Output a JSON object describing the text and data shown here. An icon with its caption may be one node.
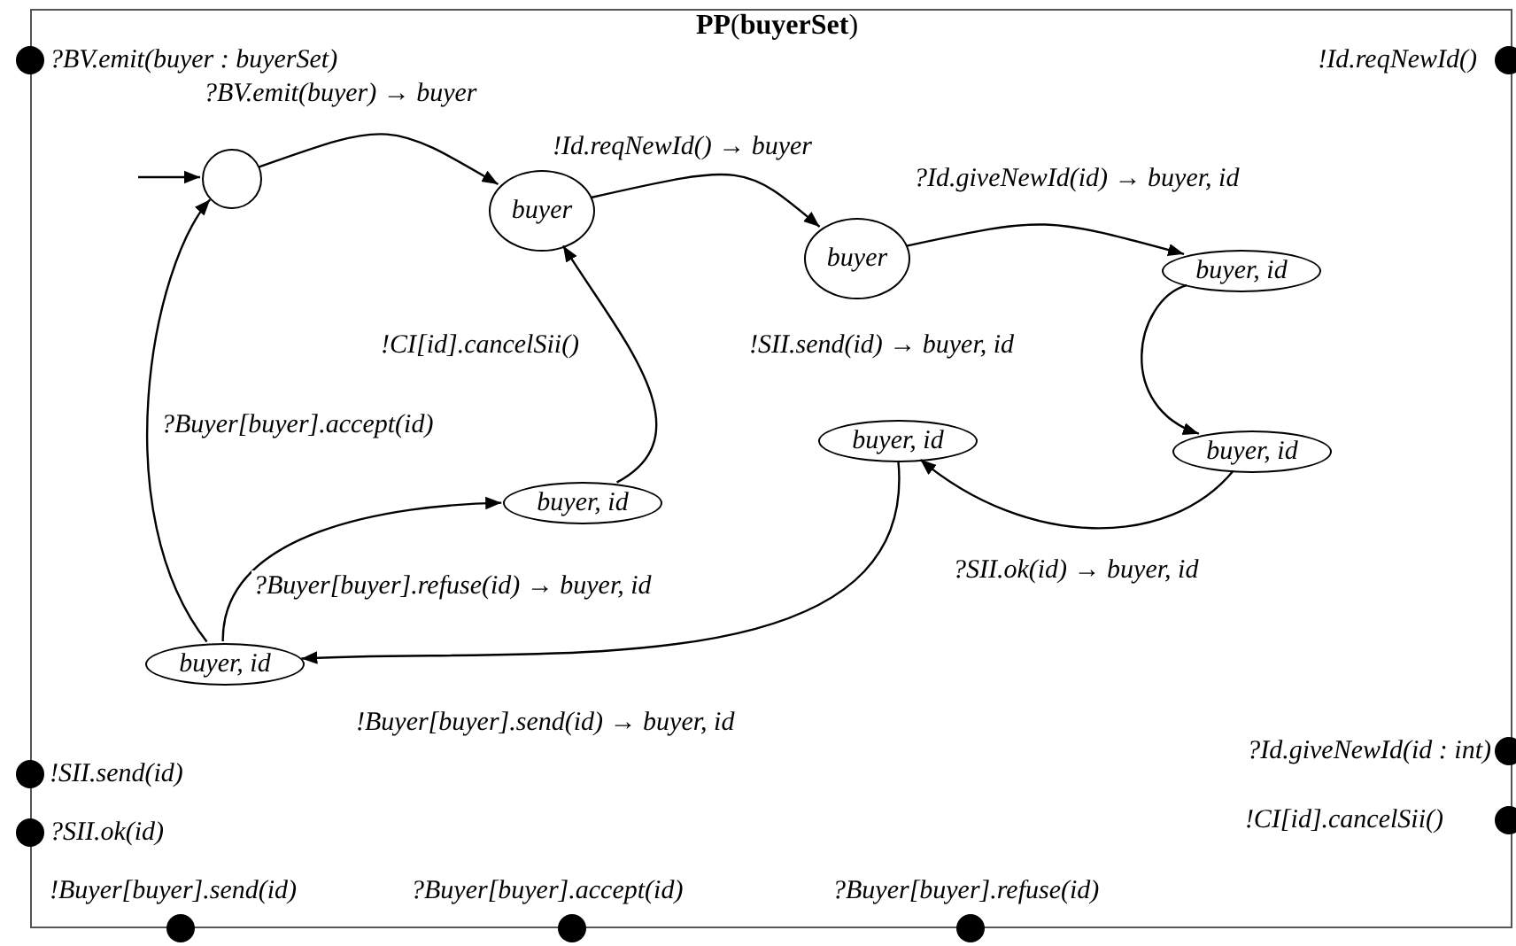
{
  "diagram": {
    "nodes": [
      {
        "text": [
          "**PP**(**buyerSet**)"
        ]
      },
      {
        "text": [],
        "shape": "circle",
        "in": 0
      },
      {
        "text": [
          "buyer"
        ],
        "in": 0
      },
      {
        "text": [
          "buyer"
        ],
        "in": 0
      },
      {
        "text": [
          "buyer, id"
        ],
        "in": 0
      },
      {
        "text": [
          "buyer, id"
        ],
        "in": 0
      },
      {
        "text": [
          "buyer, id"
        ],
        "in": 0
      },
      {
        "text": [
          "buyer, id"
        ],
        "in": 0
      },
      {
        "text": [
          "buyer, id"
        ],
        "in": 0
      },
      {
        "text": [],
        "shape": "circle",
        "beside": [
          "?BV.emit(buyer : buyerSet)"
        ]
      },
      {
        "text": [],
        "shape": "circle",
        "beside": [
          "!Id.reqNewId()"
        ]
      },
      {
        "text": [],
        "shape": "circle",
        "beside": [
          "!SII.send(id)"
        ]
      },
      {
        "text": [],
        "shape": "circle",
        "beside": [
          "?SII.ok(id)"
        ]
      },
      {
        "text": [],
        "shape": "circle",
        "beside": [
          "?Id.giveNewId(id : int)"
        ]
      },
      {
        "text": [],
        "shape": "circle",
        "beside": [
          "!CI[id].cancelSii()"
        ]
      },
      {
        "text": [],
        "shape": "circle",
        "beside": [
          "!Buyer[buyer].send(id)"
        ]
      },
      {
        "text": [],
        "shape": "circle",
        "beside": [
          "?Buyer[buyer].accept(id)"
        ]
      },
      {
        "text": [],
        "shape": "circle",
        "beside": [
          "?Buyer[buyer].refuse(id)"
        ]
      }
    ],
    "edges": [
      {
        "from": null,
        "to": 1,
        "arrow": "to"
      },
      {
        "from": 1,
        "to": 2,
        "arrow": "to",
        "label": "?BV.emit(buyer) → buyer"
      },
      {
        "from": 2,
        "to": 3,
        "arrow": "to",
        "label": "!Id.reqNewId() → buyer"
      },
      {
        "from": 3,
        "to": 4,
        "arrow": "to",
        "label": "?Id.giveNewId(id) → buyer, id"
      },
      {
        "from": 4,
        "to": 5,
        "arrow": "to",
        "label": "!SII.send(id) → buyer, id"
      },
      {
        "from": 5,
        "to": 6,
        "arrow": "to",
        "label": "?SII.ok(id) → buyer, id"
      },
      {
        "from": 6,
        "to": 8,
        "arrow": "to",
        "label": "!Buyer[buyer].send(id) → buyer, id"
      },
      {
        "from": 8,
        "to": 7,
        "arrow": "to",
        "label": "?Buyer[buyer].refuse(id) → buyer, id"
      },
      {
        "from": 7,
        "to": 2,
        "arrow": "to",
        "label": "!CI[id].cancelSii()"
      },
      {
        "from": 8,
        "to": 1,
        "arrow": "to",
        "label": "?Buyer[buyer].accept(id)"
      }
    ]
  }
}
